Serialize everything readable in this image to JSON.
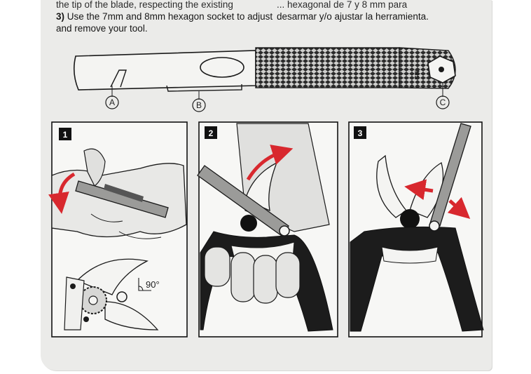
{
  "instructions_en": {
    "line1": "the tip of the blade, respecting the existing",
    "step_num": "3)",
    "line2": "Use the 7mm and 8mm hexagon socket to adjust",
    "line3": "and remove your tool."
  },
  "instructions_es": {
    "line1": "... hexagonal de 7 y 8 mm para",
    "line2": "desarmar y/o ajustar la herramienta."
  },
  "tool": {
    "parts": [
      {
        "label": "A"
      },
      {
        "label": "B"
      },
      {
        "label": "C"
      }
    ],
    "hex_mark": "MS"
  },
  "panels": [
    {
      "number": "1"
    },
    {
      "number": "2"
    },
    {
      "number": "3"
    }
  ],
  "angle_label": "90°",
  "colors": {
    "arrow": "#d8282e",
    "card": "#ebebe9",
    "panel_bg": "#f7f7f5",
    "ink": "#111111"
  }
}
